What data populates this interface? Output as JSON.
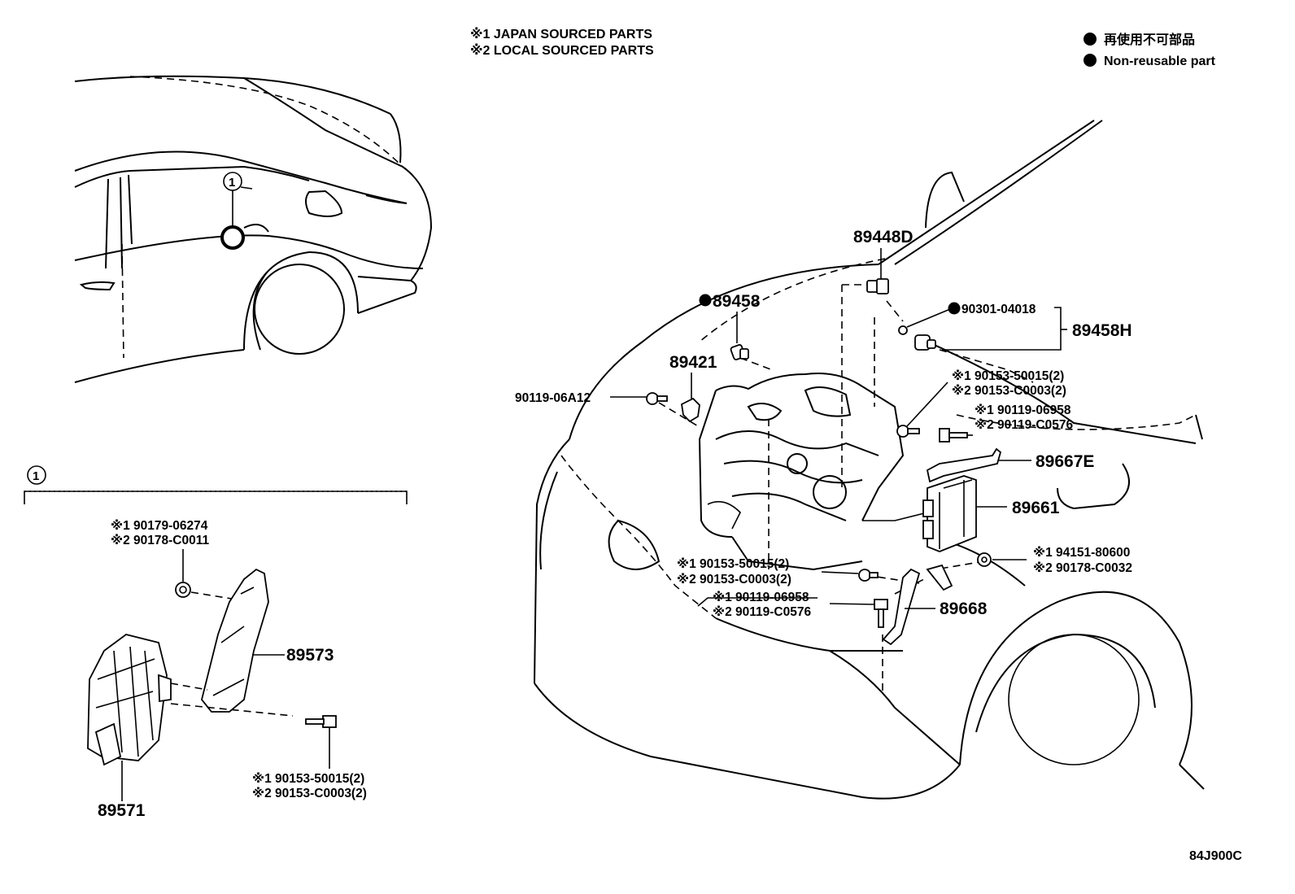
{
  "header": {
    "note1": "※1 JAPAN SOURCED PARTS",
    "note2": "※2 LOCAL SOURCED PARTS"
  },
  "legend": {
    "jp_label": "再使用不可部品",
    "en_label": "Non-reusable part"
  },
  "callout_ref": "1",
  "parts": {
    "p89448D": "89448D",
    "p89458": "89458",
    "p90301_04018": "90301-04018",
    "p89458H": "89458H",
    "p89421": "89421",
    "p90119_06A12": "90119-06A12",
    "grpA_1": "※1 90153-50015(2)",
    "grpA_2": "※2 90153-C0003(2)",
    "grpB_1": "※1 90119-06958",
    "grpB_2": "※2 90119-C0576",
    "p89667E": "89667E",
    "p89661": "89661",
    "grpC_1": "※1 94151-80600",
    "grpC_2": "※2 90178-C0032",
    "grpD_1": "※1 90153-50015(2)",
    "grpD_2": "※2 90153-C0003(2)",
    "grpE_1": "※1 90119-06958",
    "grpE_2": "※2 90119-C0576",
    "p89668": "89668",
    "grpF_1": "※1 90179-06274",
    "grpF_2": "※2 90178-C0011",
    "p89573": "89573",
    "grpG_1": "※1 90153-50015(2)",
    "grpG_2": "※2 90153-C0003(2)",
    "p89571": "89571"
  },
  "figure_code": "84J900C"
}
